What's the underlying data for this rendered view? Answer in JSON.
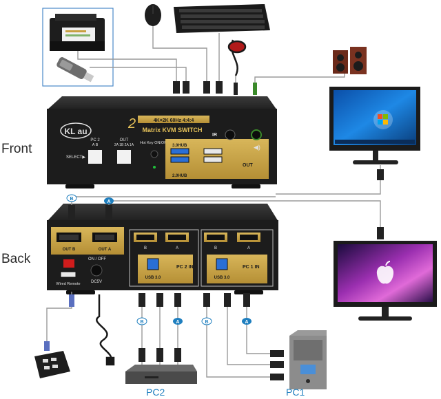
{
  "labels": {
    "front": "Front",
    "back": "Back",
    "pc1": "PC1",
    "pc2": "PC2"
  },
  "front_panel": {
    "brand": "KL au",
    "model_line1": "4K×2K 60Hz 4:4:4",
    "model_prefix": "2",
    "model_line2": "Matrix KVM SWITCH",
    "pc_group": "PC 2",
    "pc_keys": "A   B",
    "out_group": "OUT",
    "out_keys": "2A 1B 2A 1A",
    "select": "SELECT▶",
    "hotkey": "Hot Key ON/OFF",
    "usb3_hub": "3.0HUB",
    "usb2_hub": "2.0HUB",
    "ir": "IR",
    "out": "OUT"
  },
  "back_panel": {
    "out_b": "OUT B",
    "out_a": "OUT A",
    "on_off": "ON / OFF",
    "wired_remote": "Wired Remote",
    "dc5v": "DC5V",
    "pc2_in": "PC 2 IN",
    "pc1_in": "PC 1 IN",
    "usb30_left": "USB 3.0",
    "usb30_right": "USB 3.0",
    "port_b_left": "B",
    "port_a_left": "A",
    "port_b_right": "B",
    "port_a_right": "A",
    "bubble_b": "B",
    "bubble_a": "A"
  },
  "cable_tags": {
    "pc2_b": "B",
    "pc2_a": "A",
    "pc1_b": "B",
    "pc1_a": "A"
  },
  "colors": {
    "accent_blue": "#1f7fbf",
    "gold": "#c9a445",
    "panel": "#1c1c1c",
    "cable_gray": "#9a9a9a"
  },
  "icons": [
    "printer-icon",
    "usb-drive-icon",
    "mouse-icon",
    "keyboard-icon",
    "headphones-icon",
    "speakers-icon",
    "monitor-windows-icon",
    "monitor-mac-icon",
    "remote-keypad-icon",
    "power-adapter-icon",
    "mini-pc-icon",
    "tower-pc-icon"
  ]
}
